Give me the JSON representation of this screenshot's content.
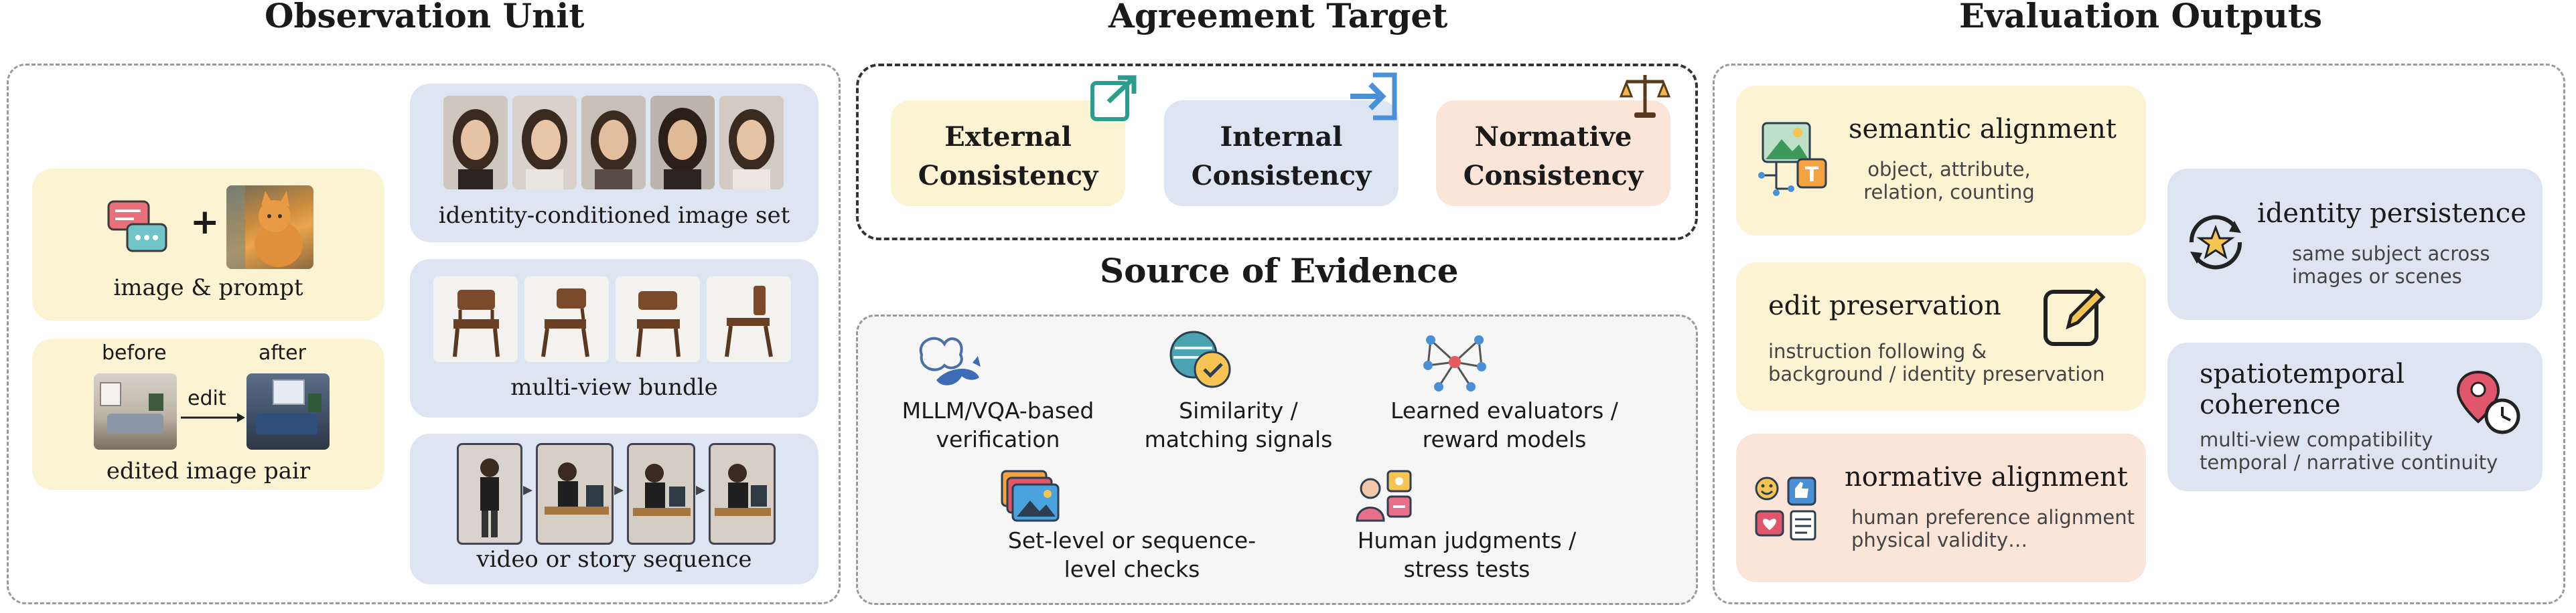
{
  "headings": {
    "observation": "Observation Unit",
    "agreement": "Agreement Target",
    "source": "Source of Evidence",
    "outputs": "Evaluation Outputs"
  },
  "observation": {
    "image_prompt": "image & prompt",
    "plus": "+",
    "before": "before",
    "after": "after",
    "edit": "edit",
    "edited_pair": "edited image pair",
    "identity_set": "identity-conditioned image set",
    "multiview": "multi-view bundle",
    "video_story": "video or story sequence"
  },
  "agreement": {
    "external": [
      "External",
      "Consistency"
    ],
    "internal": [
      "Internal",
      "Consistency"
    ],
    "normative": [
      "Normative",
      "Consistency"
    ]
  },
  "evidence": {
    "mllm": [
      "MLLM/VQA-based",
      "verification"
    ],
    "similarity": [
      "Similarity /",
      "matching signals"
    ],
    "learned": [
      "Learned evaluators /",
      "reward models"
    ],
    "setlevel": [
      "Set-level or sequence-",
      "level checks"
    ],
    "human": [
      "Human judgments /",
      "stress tests"
    ]
  },
  "outputs": {
    "semantic": {
      "title": "semantic alignment",
      "desc": [
        "object, attribute,",
        "relation, counting"
      ]
    },
    "edit": {
      "title": "edit preservation",
      "desc": [
        "instruction following &",
        "background / identity preservation"
      ]
    },
    "normative": {
      "title": "normative alignment",
      "desc": [
        "human preference alignment",
        "physical validity…"
      ]
    },
    "identity": {
      "title": "identity persistence",
      "desc": [
        "same subject across",
        "images or scenes"
      ]
    },
    "spatiotemporal": {
      "title": [
        "spatiotemporal",
        "coherence"
      ],
      "desc": [
        "multi-view compatibility",
        "temporal / narrative continuity"
      ]
    }
  },
  "colors": {
    "yellow": "#fcf3d3",
    "blue": "#dde5f3",
    "peach": "#fbe4d8",
    "accent_blue": "#4a90d9",
    "accent_teal": "#2a9d8f"
  }
}
